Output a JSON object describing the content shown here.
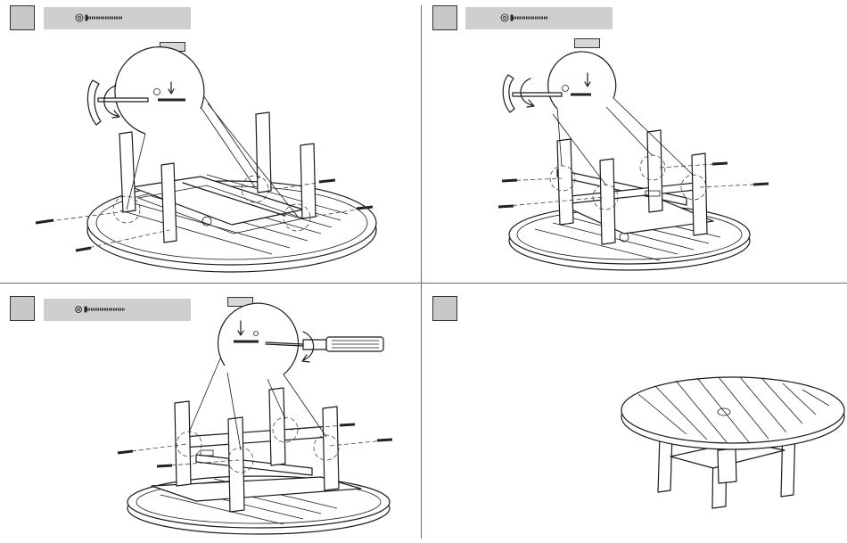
{
  "panels": [
    {
      "id": "step-1",
      "step_label": "",
      "hardware": "bolt-and-washer",
      "tag": ""
    },
    {
      "id": "step-2",
      "step_label": "",
      "hardware": "bolt-and-washer",
      "tag": ""
    },
    {
      "id": "step-3",
      "step_label": "",
      "hardware": "long-screw",
      "tag": ""
    },
    {
      "id": "step-4",
      "step_label": "",
      "hardware": "none",
      "tag": ""
    }
  ],
  "colors": {
    "step_box": "#c8c8c8",
    "parts_bar": "#cfcfcf",
    "line": "#1a1a1a",
    "divider": "#6a6a6a"
  },
  "icons": [
    "allen-key-icon",
    "screwdriver-icon",
    "rotate-arrow-icon",
    "bolt-icon",
    "washer-icon",
    "screw-icon"
  ]
}
